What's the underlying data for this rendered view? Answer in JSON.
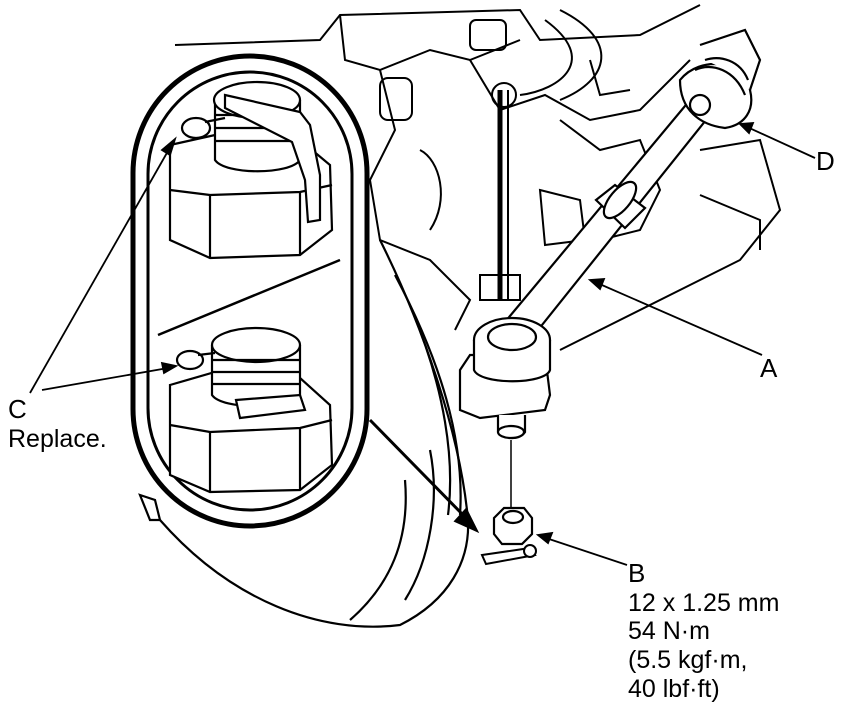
{
  "callouts": {
    "a": {
      "letter": "A"
    },
    "b": {
      "letter": "B",
      "spec": [
        "12 x 1.25 mm",
        "54 N·m",
        "(5.5 kgf·m,",
        "40 lbf·ft)"
      ]
    },
    "c": {
      "letter": "C",
      "note": "Replace."
    },
    "d": {
      "letter": "D"
    }
  },
  "colors": {
    "ink": "#000000",
    "paper": "#ffffff"
  }
}
